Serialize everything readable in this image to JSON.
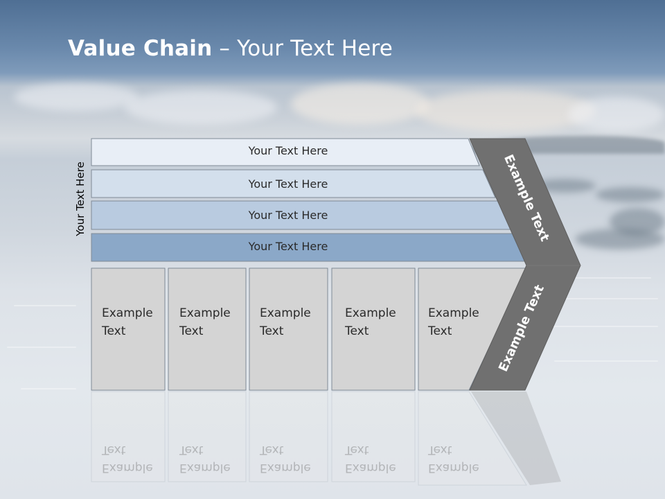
{
  "slide": {
    "title_bold": "Value Chain",
    "title_rest": " – Your Text Here",
    "side_label": "Your Text Here",
    "bars": [
      {
        "label": "Your Text Here",
        "color": "#e8eef6"
      },
      {
        "label": "Your Text Here",
        "color": "#d3dfec"
      },
      {
        "label": "Your Text Here",
        "color": "#b9cbe0"
      },
      {
        "label": "Your Text Here",
        "color": "#8ba8c8"
      }
    ],
    "columns": [
      {
        "line1": "Example",
        "line2": "Text"
      },
      {
        "line1": "Example",
        "line2": "Text"
      },
      {
        "line1": "Example",
        "line2": "Text"
      },
      {
        "line1": "Example",
        "line2": "Text"
      },
      {
        "line1": "Example",
        "line2": "Text"
      }
    ],
    "chevron": {
      "top_label": "Example Text",
      "bottom_label": "Example Text",
      "color": "#707070"
    },
    "colors": {
      "column_fill": "#d4d4d4",
      "border": "#7f8a96"
    }
  }
}
